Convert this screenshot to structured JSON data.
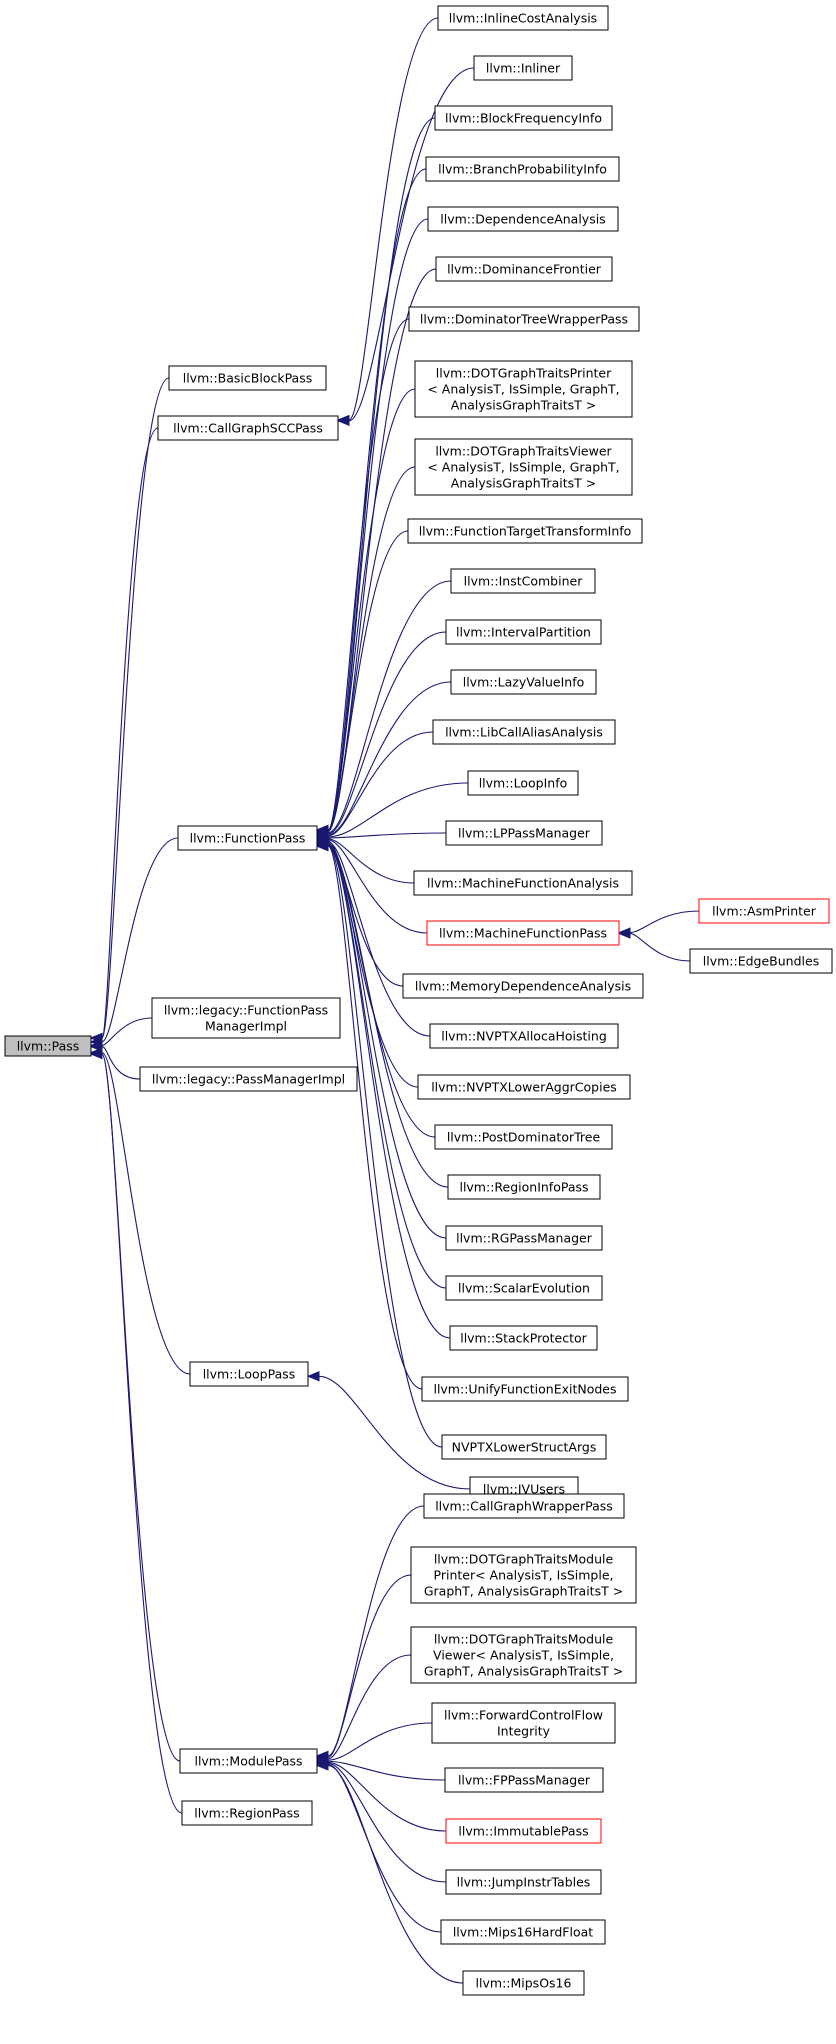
{
  "colors": {
    "edge": "#191970",
    "red_border": "#ff0000",
    "root_fill": "#bfbfbf"
  },
  "nodes": {
    "pass": [
      "llvm::Pass"
    ],
    "basicblock": [
      "llvm::BasicBlockPass"
    ],
    "cgscc": [
      "llvm::CallGraphSCCPass"
    ],
    "functionpass": [
      "llvm::FunctionPass"
    ],
    "legacy_fpmi": [
      "llvm::legacy::FunctionPass",
      "ManagerImpl"
    ],
    "legacy_pmi": [
      "llvm::legacy::PassManagerImpl"
    ],
    "looppass": [
      "llvm::LoopPass"
    ],
    "modulepass": [
      "llvm::ModulePass"
    ],
    "regionpass": [
      "llvm::RegionPass"
    ],
    "inlinecost": [
      "llvm::InlineCostAnalysis"
    ],
    "inliner": [
      "llvm::Inliner"
    ],
    "bfi": [
      "llvm::BlockFrequencyInfo"
    ],
    "bpi": [
      "llvm::BranchProbabilityInfo"
    ],
    "depanalysis": [
      "llvm::DependenceAnalysis"
    ],
    "domfrontier": [
      "llvm::DominanceFrontier"
    ],
    "domtree": [
      "llvm::DominatorTreeWrapperPass"
    ],
    "dotprinter": [
      "llvm::DOTGraphTraitsPrinter",
      "< AnalysisT, IsSimple, GraphT,",
      "AnalysisGraphTraitsT >"
    ],
    "dotviewer": [
      "llvm::DOTGraphTraitsViewer",
      "< AnalysisT, IsSimple, GraphT,",
      "AnalysisGraphTraitsT >"
    ],
    "fti": [
      "llvm::FunctionTargetTransformInfo"
    ],
    "instcombiner": [
      "llvm::InstCombiner"
    ],
    "intervalpartition": [
      "llvm::IntervalPartition"
    ],
    "lazyvalue": [
      "llvm::LazyValueInfo"
    ],
    "libcallalias": [
      "llvm::LibCallAliasAnalysis"
    ],
    "loopinfo": [
      "llvm::LoopInfo"
    ],
    "lppm": [
      "llvm::LPPassManager"
    ],
    "mfanalysis": [
      "llvm::MachineFunctionAnalysis"
    ],
    "mfpass": [
      "llvm::MachineFunctionPass"
    ],
    "asmprinter": [
      "llvm::AsmPrinter"
    ],
    "edgebundles": [
      "llvm::EdgeBundles"
    ],
    "memdep": [
      "llvm::MemoryDependenceAnalysis"
    ],
    "nvptxalloca": [
      "llvm::NVPTXAllocaHoisting"
    ],
    "nvptxaggr": [
      "llvm::NVPTXLowerAggrCopies"
    ],
    "postdom": [
      "llvm::PostDominatorTree"
    ],
    "regioninfo": [
      "llvm::RegionInfoPass"
    ],
    "rgpm": [
      "llvm::RGPassManager"
    ],
    "scev": [
      "llvm::ScalarEvolution"
    ],
    "stackprot": [
      "llvm::StackProtector"
    ],
    "unifyexit": [
      "llvm::UnifyFunctionExitNodes"
    ],
    "nvptxstruct": [
      "NVPTXLowerStructArgs"
    ],
    "ivusers": [
      "llvm::IVUsers"
    ],
    "cgwrapper": [
      "llvm::CallGraphWrapperPass"
    ],
    "dotmodprinter": [
      "llvm::DOTGraphTraitsModule",
      "Printer< AnalysisT, IsSimple,",
      "GraphT, AnalysisGraphTraitsT >"
    ],
    "dotmodviewer": [
      "llvm::DOTGraphTraitsModule",
      "Viewer< AnalysisT, IsSimple,",
      "GraphT, AnalysisGraphTraitsT >"
    ],
    "fcfi": [
      "llvm::ForwardControlFlow",
      "Integrity"
    ],
    "fppm": [
      "llvm::FPPassManager"
    ],
    "immutable": [
      "llvm::ImmutablePass"
    ],
    "jumpinstr": [
      "llvm::JumpInstrTables"
    ],
    "mips16": [
      "llvm::Mips16HardFloat"
    ],
    "mipsos16": [
      "llvm::MipsOs16"
    ]
  }
}
